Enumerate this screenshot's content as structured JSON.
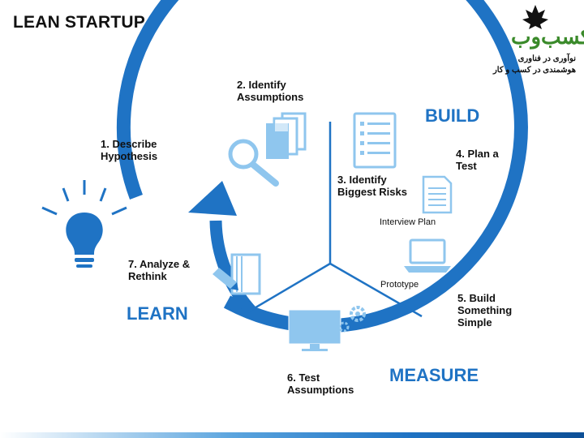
{
  "title": "LEAN STARTUP",
  "phases": {
    "build": "BUILD",
    "measure": "MEASURE",
    "learn": "LEARN"
  },
  "steps": [
    "1. Describe\nHypothesis",
    "2. Identify\nAssumptions",
    "3. Identify\nBiggest Risks",
    "4. Plan a\nTest",
    "5. Build\nSomething\nSimple",
    "6. Test\nAssumptions",
    "7. Analyze &\nRethink"
  ],
  "labels": {
    "interview_plan": "Interview Plan",
    "prototype": "Prototype"
  },
  "logo": {
    "brand": "کسب‌وب",
    "line1": "نوآوری در فناوری",
    "line2": "هوشمندی در کسب و کار"
  },
  "colors": {
    "accent": "#1f73c4",
    "icon_light": "#8fc6ee",
    "logo_green": "#3a8a2a"
  },
  "icons": [
    "lightbulb-icon",
    "magnifier-icon",
    "document-stack-icon",
    "checklist-icon",
    "paper-icon",
    "laptop-icon",
    "monitor-gear-icon",
    "notebook-pencil-icon"
  ]
}
